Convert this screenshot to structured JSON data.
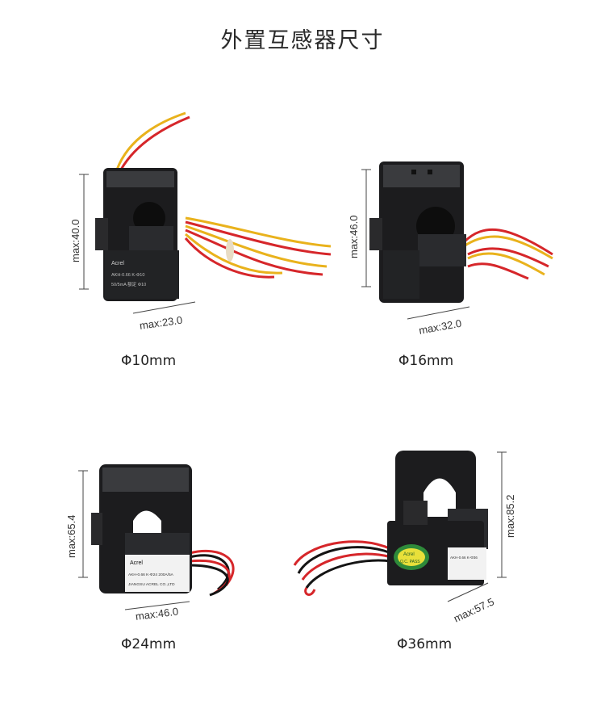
{
  "title": "外置互感器尺寸",
  "products": [
    {
      "caption": "Φ10mm",
      "height_label": "max:40.0",
      "width_label": "max:23.0",
      "brand": "Acrel",
      "model_text": "AKH-0.66 K-Φ10",
      "spec_text": "50/5mA 额定 Φ10"
    },
    {
      "caption": "Φ16mm",
      "height_label": "max:46.0",
      "width_label": "max:32.0"
    },
    {
      "caption": "Φ24mm",
      "height_label": "max:65.4",
      "width_label": "max:46.0",
      "brand": "Acrel",
      "model_text": "AKH-0.66 K-Φ24 200A/5A",
      "maker_text": "JIANGSU ACREL CO.,LTD"
    },
    {
      "caption": "Φ36mm",
      "height_label": "max:85.2",
      "width_label": "max:57.5",
      "brand": "Acrel",
      "sticker_text": "Q.C. PASS",
      "model_text": "AKH-0.66 K-Φ36"
    }
  ],
  "colors": {
    "housing": "#1c1c1e",
    "housing_highlight": "#3a3b3e",
    "wire_red": "#d6262a",
    "wire_yellow": "#e9b21c",
    "wire_black": "#141414",
    "sticker_green": "#2e8a3a",
    "sticker_yellow": "#e8e03a"
  }
}
